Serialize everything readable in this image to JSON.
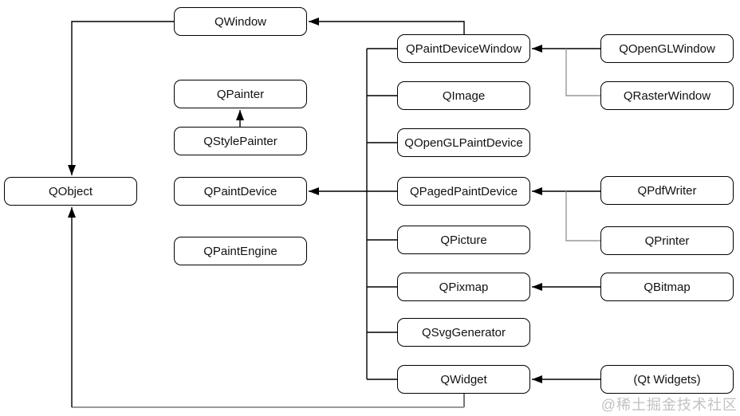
{
  "diagram": {
    "nodes": [
      {
        "id": "QObject",
        "label": "QObject"
      },
      {
        "id": "QWindow",
        "label": "QWindow"
      },
      {
        "id": "QPainter",
        "label": "QPainter"
      },
      {
        "id": "QStylePainter",
        "label": "QStylePainter"
      },
      {
        "id": "QPaintDevice",
        "label": "QPaintDevice"
      },
      {
        "id": "QPaintEngine",
        "label": "QPaintEngine"
      },
      {
        "id": "QPaintDeviceWindow",
        "label": "QPaintDeviceWindow"
      },
      {
        "id": "QImage",
        "label": "QImage"
      },
      {
        "id": "QOpenGLPaintDevice",
        "label": "QOpenGLPaintDevice"
      },
      {
        "id": "QPagedPaintDevice",
        "label": "QPagedPaintDevice"
      },
      {
        "id": "QPicture",
        "label": "QPicture"
      },
      {
        "id": "QPixmap",
        "label": "QPixmap"
      },
      {
        "id": "QSvgGenerator",
        "label": "QSvgGenerator"
      },
      {
        "id": "QWidget",
        "label": "QWidget"
      },
      {
        "id": "QOpenGLWindow",
        "label": "QOpenGLWindow"
      },
      {
        "id": "QRasterWindow",
        "label": "QRasterWindow"
      },
      {
        "id": "QPdfWriter",
        "label": "QPdfWriter"
      },
      {
        "id": "QPrinter",
        "label": "QPrinter"
      },
      {
        "id": "QBitmap",
        "label": "QBitmap"
      },
      {
        "id": "QtWidgets",
        "label": "(Qt Widgets)"
      }
    ],
    "edges": [
      {
        "from": "QWindow",
        "to": "QObject"
      },
      {
        "from": "QWidget",
        "to": "QObject"
      },
      {
        "from": "QStylePainter",
        "to": "QPainter"
      },
      {
        "from": "QPaintDeviceWindow",
        "to": "QWindow"
      },
      {
        "from": "QPaintDeviceWindow",
        "to": "QPaintDevice"
      },
      {
        "from": "QImage",
        "to": "QPaintDevice"
      },
      {
        "from": "QOpenGLPaintDevice",
        "to": "QPaintDevice"
      },
      {
        "from": "QPagedPaintDevice",
        "to": "QPaintDevice"
      },
      {
        "from": "QPicture",
        "to": "QPaintDevice"
      },
      {
        "from": "QPixmap",
        "to": "QPaintDevice"
      },
      {
        "from": "QSvgGenerator",
        "to": "QPaintDevice"
      },
      {
        "from": "QWidget",
        "to": "QPaintDevice"
      },
      {
        "from": "QOpenGLWindow",
        "to": "QPaintDeviceWindow"
      },
      {
        "from": "QRasterWindow",
        "to": "QPaintDeviceWindow"
      },
      {
        "from": "QPdfWriter",
        "to": "QPagedPaintDevice"
      },
      {
        "from": "QPrinter",
        "to": "QPagedPaintDevice"
      },
      {
        "from": "QBitmap",
        "to": "QPixmap"
      },
      {
        "from": "QtWidgets",
        "to": "QWidget"
      }
    ],
    "watermark": "@稀土掘金技术社区",
    "colors": {
      "line": "#000000",
      "branch_line": "#999999",
      "box_border": "#000000",
      "box_fill": "#ffffff",
      "text": "#111111",
      "watermark": "#c2c2c2",
      "background": "#ffffff"
    }
  }
}
